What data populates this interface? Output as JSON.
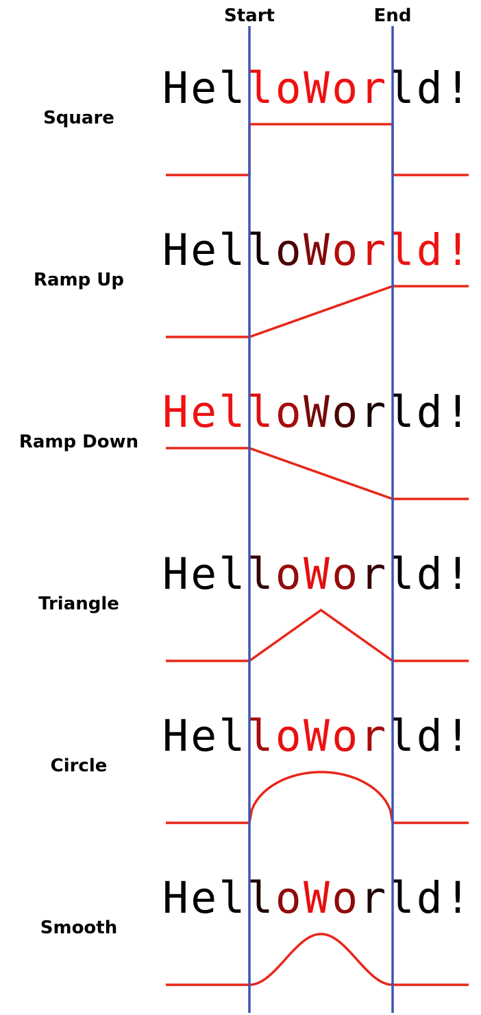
{
  "text": "HelloWorld!",
  "markers": {
    "start": "Start",
    "end": "End"
  },
  "colors": {
    "guide_line": "#3c56b4",
    "waveform": "#e8261a",
    "highlight": "#ee1111",
    "base": "#000000"
  },
  "rows": [
    {
      "label": "Square",
      "shape": "square",
      "char_intensity": [
        0,
        0,
        0,
        1,
        1,
        1,
        1,
        1,
        0,
        0,
        0
      ]
    },
    {
      "label": "Ramp Up",
      "shape": "ramp-up",
      "char_intensity": [
        0,
        0,
        0,
        0.08,
        0.3,
        0.55,
        0.75,
        0.92,
        1,
        1,
        1
      ]
    },
    {
      "label": "Ramp Down",
      "shape": "ramp-down",
      "char_intensity": [
        1,
        1,
        1,
        0.92,
        0.7,
        0.5,
        0.3,
        0.1,
        0,
        0,
        0
      ]
    },
    {
      "label": "Triangle",
      "shape": "triangle",
      "char_intensity": [
        0,
        0,
        0,
        0.22,
        0.62,
        0.95,
        0.62,
        0.22,
        0,
        0,
        0
      ]
    },
    {
      "label": "Circle",
      "shape": "circle",
      "char_intensity": [
        0,
        0,
        0,
        0.7,
        0.97,
        1,
        0.97,
        0.7,
        0,
        0,
        0
      ]
    },
    {
      "label": "Smooth",
      "shape": "smooth",
      "char_intensity": [
        0,
        0,
        0,
        0.12,
        0.6,
        0.97,
        0.6,
        0.12,
        0,
        0,
        0
      ]
    }
  ]
}
